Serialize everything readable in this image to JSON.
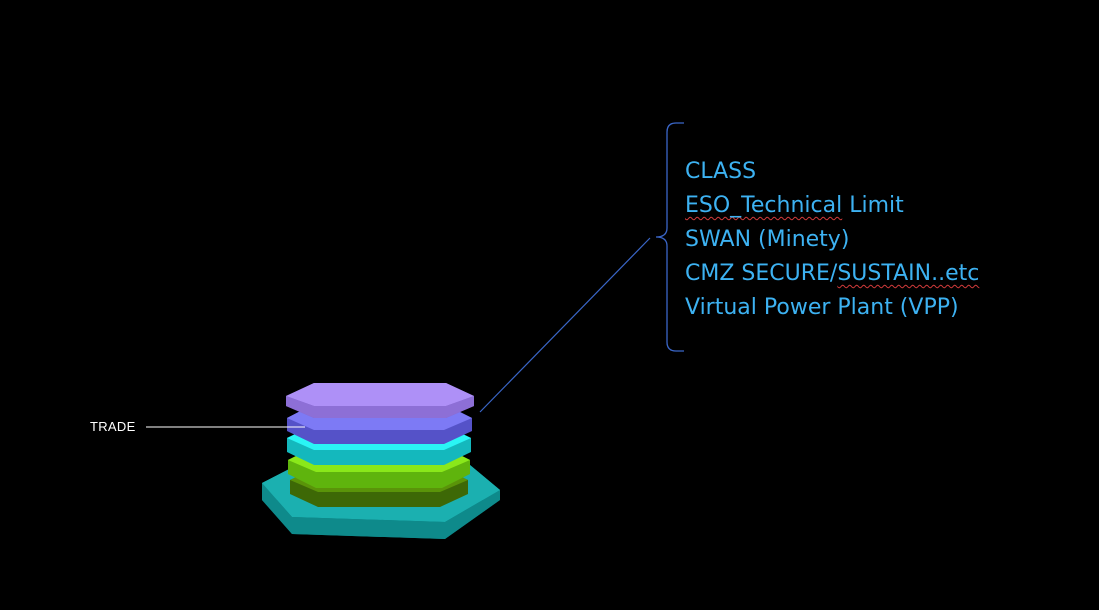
{
  "diagram": {
    "label": "TRADE",
    "items": [
      {
        "pre": "CLASS",
        "marked": "",
        "post": ""
      },
      {
        "pre": "",
        "marked": "ESO_Technical",
        "post": " Limit"
      },
      {
        "pre": "SWAN (Minety)",
        "marked": "",
        "post": ""
      },
      {
        "pre": "CMZ SECURE/",
        "marked": "SUSTAIN..etc",
        "post": ""
      },
      {
        "pre": "Virtual Power Plant (VPP)",
        "marked": "",
        "post": ""
      }
    ],
    "colors": {
      "text": "#3db2f2",
      "bracket": "#3a66c8",
      "layer_violet": "#a98bf5",
      "layer_indigo": "#7b78f2",
      "layer_cyan": "#22f2f2",
      "layer_green": "#86e815",
      "layer_olive": "#4a7a08",
      "layer_teal": "#15a3a3"
    }
  }
}
